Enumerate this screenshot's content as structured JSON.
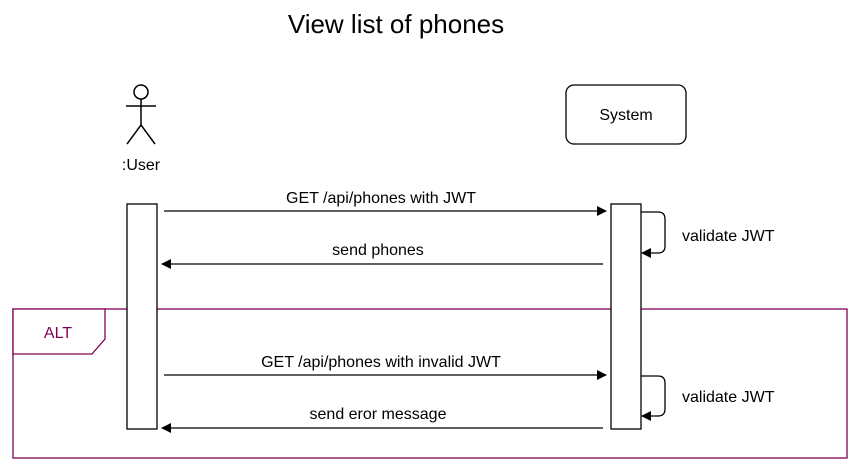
{
  "title": "View list of phones",
  "actor": {
    "label": ":User",
    "icon": "stick-figure-icon"
  },
  "system": {
    "label": "System"
  },
  "messages": [
    {
      "label": "GET /api/phones with JWT",
      "direction": "user-to-system",
      "style": "solid"
    },
    {
      "label": "send phones",
      "direction": "system-to-user",
      "style": "solid"
    },
    {
      "label": "GET /api/phones with invalid JWT",
      "direction": "user-to-system",
      "style": "solid"
    },
    {
      "label": "send eror message",
      "direction": "system-to-user",
      "style": "solid"
    }
  ],
  "self_messages": [
    {
      "label": "validate JWT"
    },
    {
      "label": "validate JWT"
    }
  ],
  "alt_fragment": {
    "label": "ALT",
    "color": "#800055"
  },
  "colors": {
    "line": "#000000",
    "fragment": "#800055",
    "background": "#ffffff"
  }
}
